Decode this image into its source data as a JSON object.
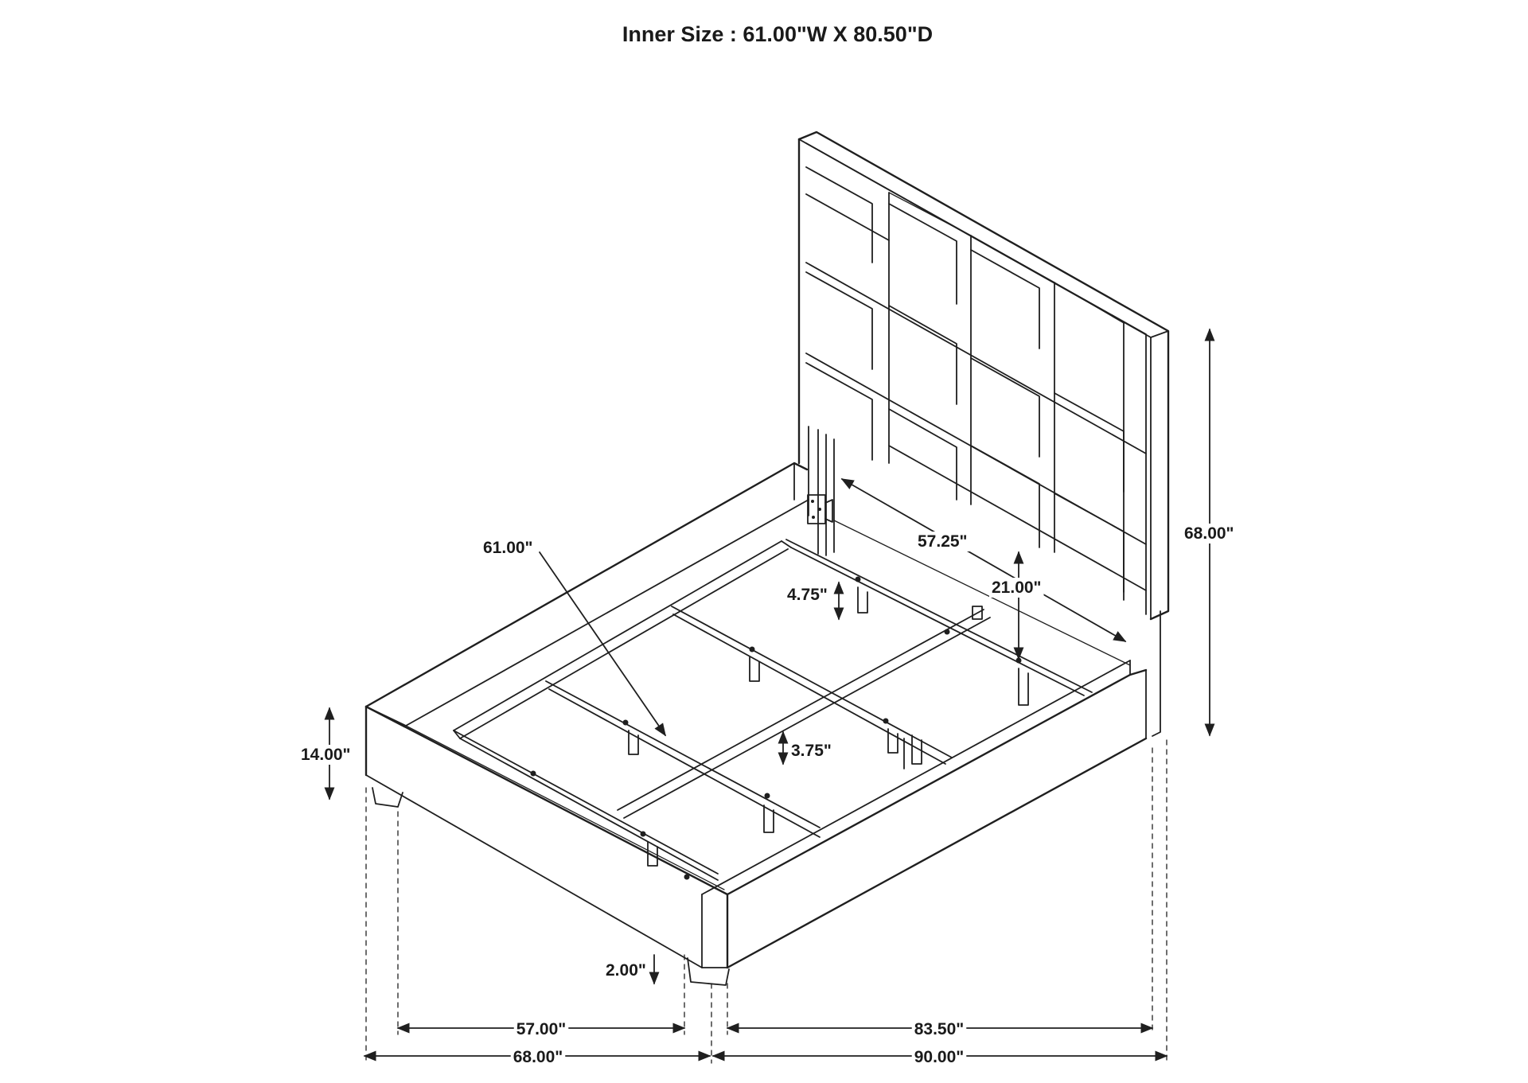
{
  "title": "Inner Size : 61.00\"W X 80.50\"D",
  "dimensions": {
    "headboard_height": "68.00\"",
    "headboard_inner_width": "57.25\"",
    "headboard_clearance": "21.00\"",
    "slat_width": "61.00\"",
    "leg_height_center": "4.75\"",
    "leg_height_inner": "3.75\"",
    "side_height": "14.00\"",
    "foot_clearance": "2.00\"",
    "inner_width_bottom": "57.00\"",
    "outer_width": "68.00\"",
    "inner_length": "83.50\"",
    "outer_length": "90.00\""
  }
}
